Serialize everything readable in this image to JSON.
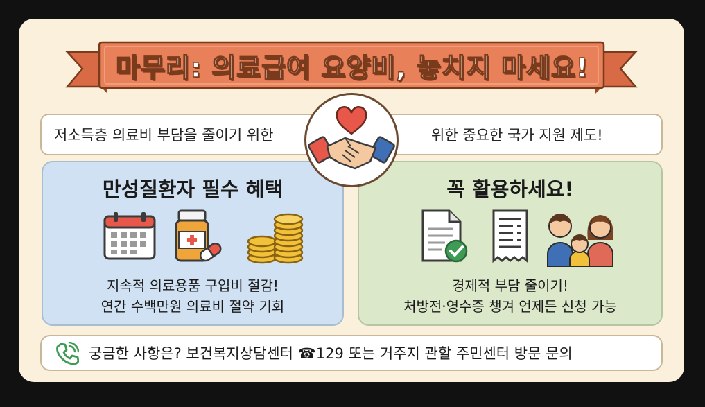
{
  "banner": {
    "title": "마무리: 의료급여 요양비, 놓치지 마세요!"
  },
  "subtitle": {
    "left": "저소득층 의료비 부담을 줄이기 위한",
    "right": "위한 중요한 국가 지원 제도!"
  },
  "left_panel": {
    "title": "만성질환자 필수 혜택",
    "line1": "지속적 의료용품 구입비 절감!",
    "line2": "연간 수백만원 의료비 절약 기회",
    "icons": [
      "calendar-icon",
      "medicine-bottle-icon",
      "coin-stack-icon"
    ]
  },
  "right_panel": {
    "title": "꼭 활용하세요!",
    "line1": "경제적 부담 줄이기!",
    "line2": "처방전·영수증 챙겨 언제든 신청 가능",
    "icons": [
      "document-check-icon",
      "receipt-icon",
      "family-icon"
    ]
  },
  "footer": {
    "text": "궁금한 사항은? 보건복지상담센터 ☎129 또는 거주지 관할 주민센터 방문 문의"
  },
  "colors": {
    "card_bg": "#fbf0dc",
    "ribbon": "#e8805a",
    "left_panel": "#cfe1f3",
    "right_panel": "#dbe8c9"
  }
}
